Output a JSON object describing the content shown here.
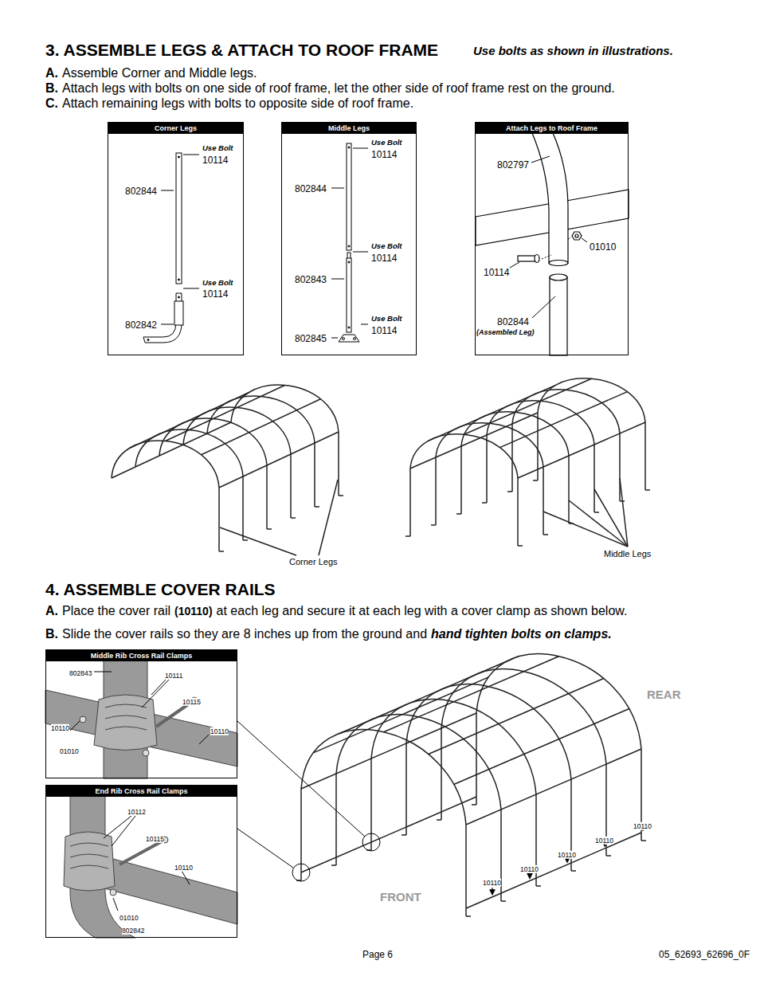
{
  "diagram": {
    "title": "3. ASSEMBLE LEGS & ATTACH TO ROOF FRAME",
    "nodes": [
      {
        "text": [
          "Corner Legs"
        ]
      },
      {
        "text": [
          "Middle Legs"
        ]
      },
      {
        "text": [
          "Attach Legs to Roof Frame"
        ]
      },
      {
        "text": [
          "Middle Rib Cross Rail Clamps"
        ]
      },
      {
        "text": [
          "End Rib Cross Rail Clamps"
        ]
      }
    ],
    "labels": [
      "Use bolts as shown in illustrations.",
      "A.",
      "Assemble Corner and Middle legs.",
      "B.",
      "Attach legs with bolts on one side of roof frame, let the other side of roof frame rest on the ground.",
      "C.",
      "Attach remaining legs with bolts to opposite side of roof frame.",
      "Use Bolt",
      "10114",
      "802844",
      "Use Bolt",
      "10114",
      "802842",
      "Use Bolt",
      "10114",
      "802844",
      "Use Bolt",
      "10114",
      "802843",
      "Use Bolt",
      "10114",
      "802845",
      "802797",
      "01010",
      "10114",
      "802844",
      "(Assembled Leg)",
      "Corner Legs",
      "Middle Legs",
      "4. ASSEMBLE COVER RAILS",
      "A.",
      "Place the cover rail",
      "(10110)",
      "at each leg and secure it at each leg with a cover clamp as shown below.",
      "B.",
      "Slide the cover rails so they are 8 inches up from the ground and",
      "hand tighten bolts on clamps.",
      "802843",
      "10111",
      "10115",
      "10110",
      "10110",
      "01010",
      "10112",
      "10115",
      "10110",
      "01010",
      "802842",
      "REAR",
      "FRONT",
      "10110",
      "10110",
      "10110",
      "10110",
      "10110",
      "Page 6",
      "05_62693_62696_0F"
    ]
  }
}
